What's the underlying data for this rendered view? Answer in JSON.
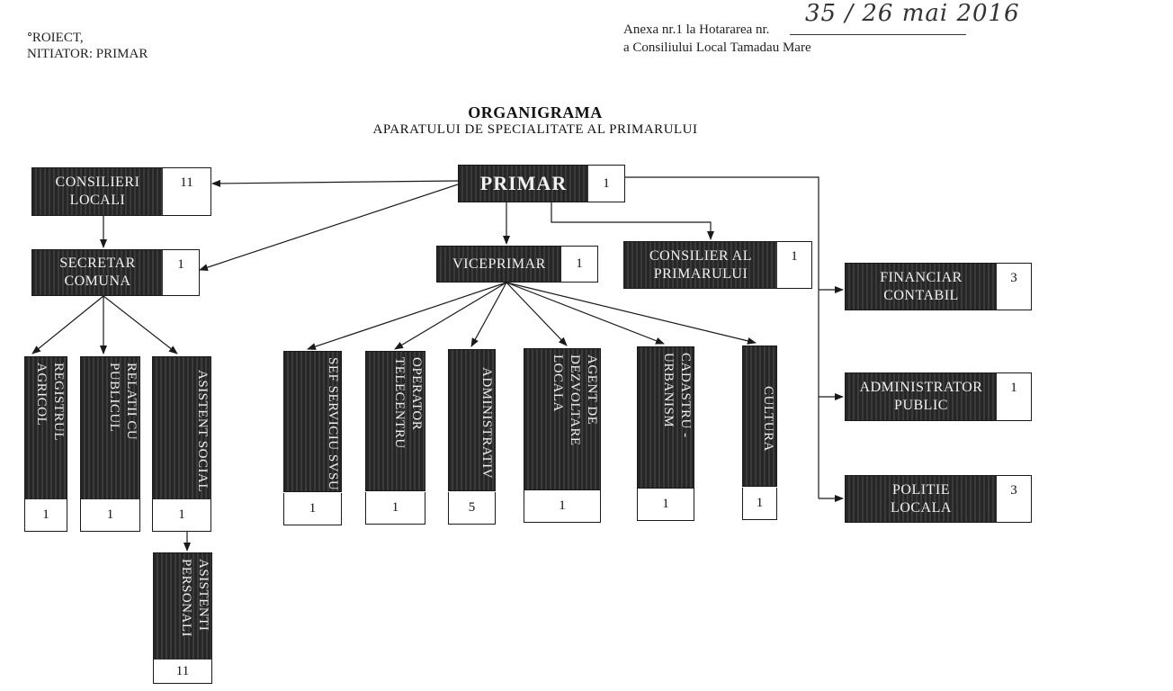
{
  "header": {
    "left_line1": "ᐤROIECT,",
    "left_line2": "NITIATOR: PRIMAR",
    "annex_label": "Anexa nr.1 la Hotararea nr.",
    "annex_handwritten": "35 / 26 mai 2016",
    "annex_line2": "a Consiliului Local Tamadau Mare"
  },
  "title": {
    "main": "ORGANIGRAMA",
    "sub": "APARATULUI DE SPECIALITATE AL PRIMARULUI"
  },
  "nodes": {
    "primar": {
      "label": "PRIMAR",
      "count": "1"
    },
    "consilieri": {
      "label": "CONSILIERI LOCALI",
      "count": "11"
    },
    "secretar": {
      "label": "SECRETAR COMUNA",
      "count": "1"
    },
    "viceprimar": {
      "label": "VICEPRIMAR",
      "count": "1"
    },
    "consilier_primar": {
      "label": "CONSILIER AL PRIMARULUI",
      "count": "1"
    },
    "financiar": {
      "label": "FINANCIAR CONTABIL",
      "count": "3"
    },
    "administrator": {
      "label": "ADMINISTRATOR PUBLIC",
      "count": "1"
    },
    "politie": {
      "label": "POLITIE LOCALA",
      "count": "3"
    }
  },
  "vertical_nodes": [
    {
      "label": "REGISTRUL AGRICOL",
      "count": "1"
    },
    {
      "label": "RELATII CU PUBLICUL",
      "count": "1"
    },
    {
      "label": "ASISTENT SOCIAL",
      "count": "1"
    },
    {
      "label": "ASISTENTI PERSONALI",
      "count": "11"
    },
    {
      "label": "SEF SERVICIU SVSU",
      "count": "1"
    },
    {
      "label": "OPERATOR TELECENTRU",
      "count": "1"
    },
    {
      "label": "ADMINISTRATIV",
      "count": "5"
    },
    {
      "label": "AGENT DE DEZVOLTARE LOCALA",
      "count": "1"
    },
    {
      "label": "CADASTRU - URBANISM",
      "count": "1"
    },
    {
      "label": "CULTURA",
      "count": "1"
    }
  ]
}
